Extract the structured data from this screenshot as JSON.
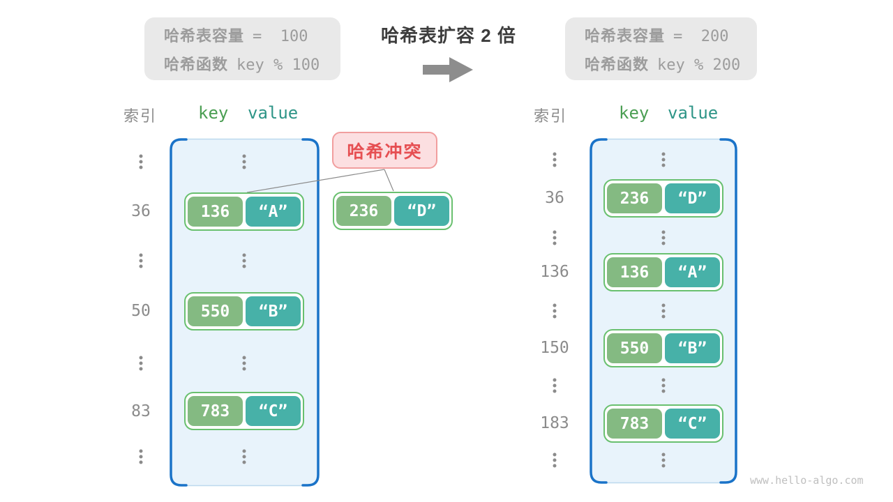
{
  "colors": {
    "spec_bg": "#e9e9e9",
    "spec_text": "#9c9c9c",
    "title_text": "#3c3c3c",
    "arrow": "#8d8d8d",
    "index_text": "#8b8b8b",
    "key_header": "#4a9e52",
    "value_header": "#2e9587",
    "container_bg": "#e8f3fb",
    "container_border": "#1a73c8",
    "container_edge": "#bcd9ee",
    "pair_border": "#69c06f",
    "key_box": "#84ba82",
    "value_box": "#47b1a8",
    "pair_text": "#ffffff",
    "collision_bg": "#fcdfe1",
    "collision_border": "#f19e9e",
    "collision_text": "#e64f52",
    "connector_line": "#8a8a8a",
    "watermark": "#bfbfbf"
  },
  "header": {
    "title": "哈希表扩容 2 倍",
    "spec_left": {
      "capacity_label": "哈希表容量",
      "capacity_value": "=  100",
      "hash_label": "哈希函数",
      "hash_value": "key % 100"
    },
    "spec_right": {
      "capacity_label": "哈希表容量",
      "capacity_value": "=  200",
      "hash_label": "哈希函数",
      "hash_value": "key % 200"
    }
  },
  "columns": {
    "index": "索引",
    "key": "key",
    "value": "value"
  },
  "collision": {
    "label": "哈希冲突",
    "pair": {
      "key": "236",
      "value": "“D”"
    }
  },
  "left_table": {
    "indices": [
      "36",
      "50",
      "83"
    ],
    "pairs": [
      {
        "key": "136",
        "value": "“A”"
      },
      {
        "key": "550",
        "value": "“B”"
      },
      {
        "key": "783",
        "value": "“C”"
      }
    ]
  },
  "right_table": {
    "indices": [
      "36",
      "136",
      "150",
      "183"
    ],
    "pairs": [
      {
        "key": "236",
        "value": "“D”"
      },
      {
        "key": "136",
        "value": "“A”"
      },
      {
        "key": "550",
        "value": "“B”"
      },
      {
        "key": "783",
        "value": "“C”"
      }
    ]
  },
  "watermark": "www.hello-algo.com"
}
